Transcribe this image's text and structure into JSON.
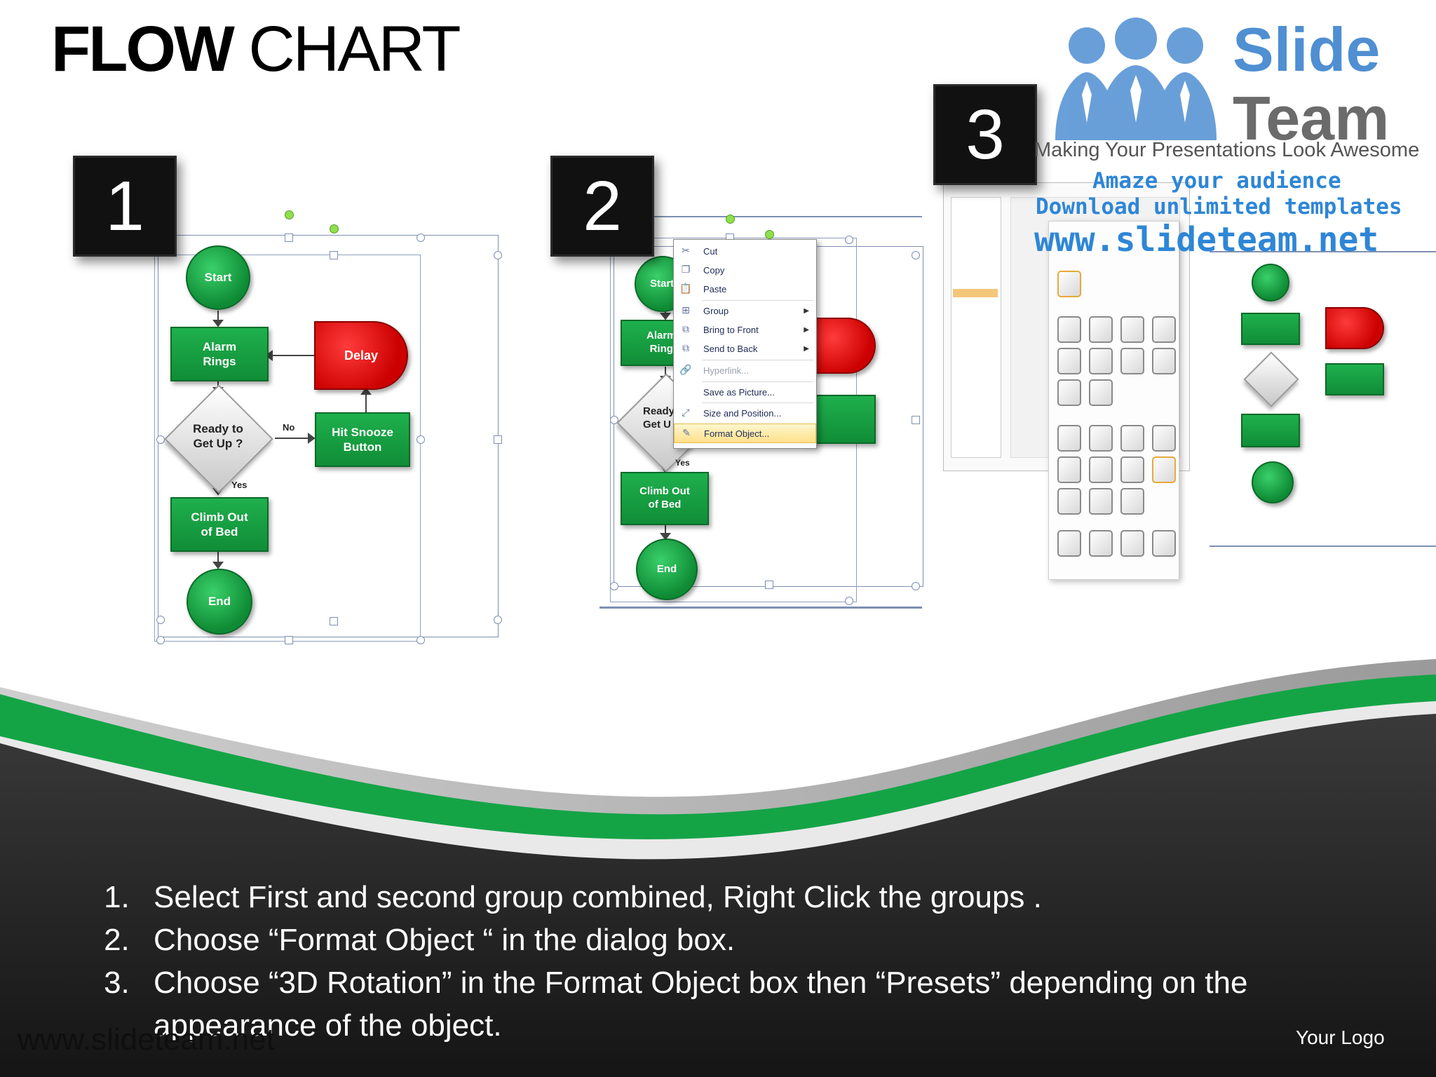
{
  "slide": {
    "title_bold": "FLOW",
    "title_regular": "CHART",
    "footer_url": "www.slideteam.net",
    "footer_logo": "Your Logo"
  },
  "colors": {
    "green_accent": "#13a345",
    "flow_green": "#16994a",
    "delay_red": "#e00000",
    "dark_band": "#262626",
    "grey_wave": "#b8b8b8"
  },
  "steps": [
    {
      "number": "1"
    },
    {
      "number": "2"
    },
    {
      "number": "3"
    }
  ],
  "flowchart": {
    "start": "Start",
    "alarm_line1": "Alarm",
    "alarm_line2": "Rings",
    "delay": "Delay",
    "ready_line1": "Ready to",
    "ready_line2": "Get Up ?",
    "no_label": "No",
    "yes_label": "Yes",
    "snooze_line1": "Hit Snooze",
    "snooze_line2": "Button",
    "climb_line1": "Climb Out",
    "climb_line2": "of Bed",
    "end": "End"
  },
  "flowchart2": {
    "start": "Start",
    "alarm_line1": "Alarm",
    "alarm_line2": "Ring",
    "ready_line1": "Ready",
    "ready_line2": "Get U",
    "yes_label": "Yes",
    "climb_line1": "Climb Out",
    "climb_line2": "of Bed",
    "end": "End"
  },
  "context_menu": {
    "items": [
      {
        "label": "Cut",
        "icon": "scissors-icon"
      },
      {
        "label": "Copy",
        "icon": "copy-icon"
      },
      {
        "label": "Paste",
        "icon": "paste-icon"
      },
      {
        "label": "Group",
        "icon": "group-icon",
        "submenu": true
      },
      {
        "label": "Bring to Front",
        "icon": "bring-front-icon",
        "submenu": true
      },
      {
        "label": "Send to Back",
        "icon": "send-back-icon",
        "submenu": true
      },
      {
        "label": "Hyperlink...",
        "icon": "hyperlink-icon",
        "disabled": true
      },
      {
        "label": "Save as Picture...",
        "icon": "none"
      },
      {
        "label": "Size and Position...",
        "icon": "size-icon"
      },
      {
        "label": "Format Object...",
        "icon": "format-icon",
        "highlighted": true
      }
    ]
  },
  "watermark": {
    "brand_line1": "Slide",
    "brand_line2": "Team",
    "tagline": "Making Your Presentations Look Awesome",
    "promo_line1": "Amaze your audience",
    "promo_line2": "Download unlimited templates",
    "promo_url": "www.slideteam.net"
  },
  "instructions": [
    "Select First and second  group combined, Right Click the groups .",
    "Choose “Format Object “ in the dialog box.",
    "Choose “3D Rotation” in the Format Object box then “Presets” depending on the appearance of the object."
  ]
}
